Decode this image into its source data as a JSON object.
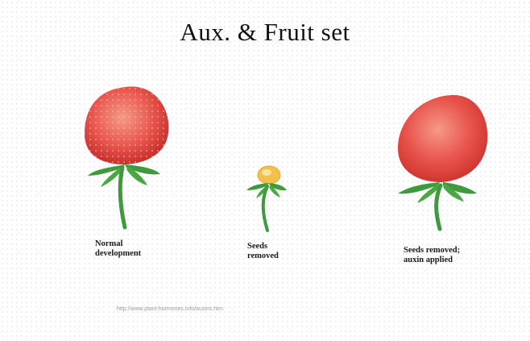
{
  "slide": {
    "title": "Aux. & Fruit set",
    "source_url": "http://www.plant-hormones.info/auxins.htm",
    "panels": [
      {
        "caption_line1": "Normal",
        "caption_line2": "development",
        "fruit": "strawberry-normal-icon"
      },
      {
        "caption_line1": "Seeds",
        "caption_line2": "removed",
        "fruit": "strawberry-small-icon"
      },
      {
        "caption_line1": "Seeds removed;",
        "caption_line2": "auxin applied",
        "fruit": "strawberry-auxin-icon"
      }
    ]
  },
  "colors": {
    "fruit_red": "#e8534f",
    "leaf_green": "#3f9a3c",
    "small_fruit": "#f5c04a"
  }
}
